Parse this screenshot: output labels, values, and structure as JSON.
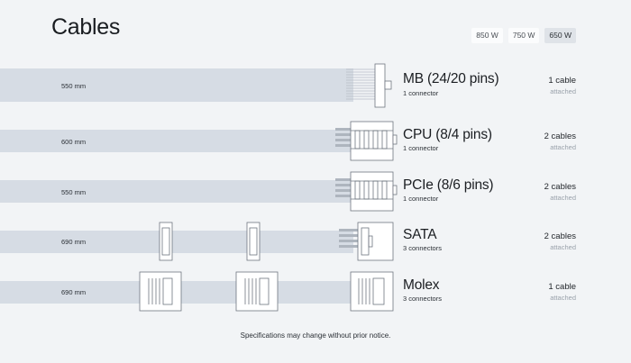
{
  "page": {
    "title": "Cables",
    "footer": "Specifications may change without prior notice."
  },
  "wattage_options": [
    {
      "label": "850 W",
      "selected": false
    },
    {
      "label": "750 W",
      "selected": false
    },
    {
      "label": "650 W",
      "selected": true
    }
  ],
  "cables": [
    {
      "name": "MB (24/20 pins)",
      "connectors": "1 connector",
      "length": "550 mm",
      "count": "1 cable",
      "state": "attached"
    },
    {
      "name": "CPU (8/4 pins)",
      "connectors": "1 connector",
      "length": "600 mm",
      "count": "2 cables",
      "state": "attached"
    },
    {
      "name": "PCIe (8/6 pins)",
      "connectors": "1 connector",
      "length": "550 mm",
      "count": "2 cables",
      "state": "attached"
    },
    {
      "name": "SATA",
      "connectors": "3 connectors",
      "length": "690 mm",
      "count": "2 cables",
      "state": "attached"
    },
    {
      "name": "Molex",
      "connectors": "3 connectors",
      "length": "690 mm",
      "count": "1 cable",
      "state": "attached"
    }
  ],
  "colors": {
    "background": "#f2f4f6",
    "cable_strip": "#d6dce4",
    "selected_button": "#dfe3e8",
    "muted_text": "#9aa2ab"
  }
}
